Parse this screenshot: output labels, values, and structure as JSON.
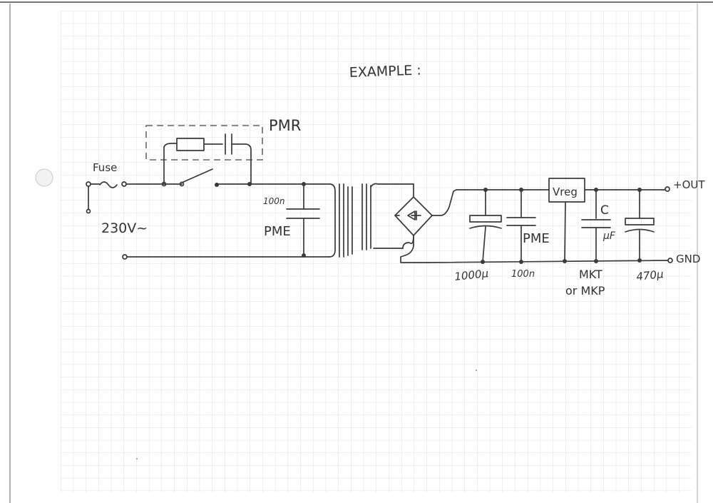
{
  "title": "EXAMPLE :",
  "labels": {
    "fuse": "Fuse",
    "mains": "230V~",
    "pmr": "PMR",
    "pme_primary": "PME",
    "cap_primary_value": "100n",
    "pme_secondary": "PME",
    "vreg": "Vreg",
    "cap_c": "C",
    "cap_c_value": "μF",
    "out": "+OUT",
    "gnd": "GND",
    "cap1_value": "1000μ",
    "cap2_value": "100n",
    "mkt": "MKT",
    "or_mkp": "or MKP",
    "cap4_value": "470μ"
  },
  "colors": {
    "ink": "#3a3a3a",
    "grid": "#d4d8dc",
    "paper": "#ffffff",
    "sheet_border": "#888888"
  }
}
